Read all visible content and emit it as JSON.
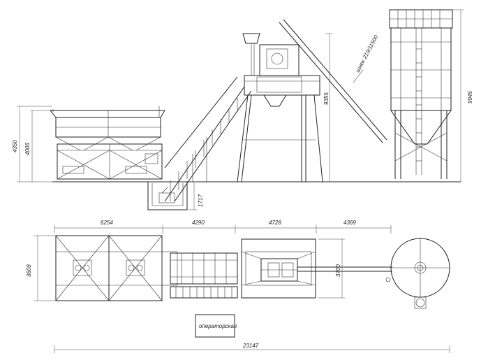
{
  "dimensions": {
    "total_height_hopper": "4350",
    "hopper_height": "4006",
    "pit_depth": "1717",
    "mixer_height": "9355",
    "silo_height": "9945",
    "screw_label": "шнек 219/11500",
    "len_aggregate_bin": "6254",
    "len_conveyor": "4290",
    "len_mixer": "4728",
    "len_silo": "4369",
    "width_bin": "3608",
    "width_mixer": "3700",
    "total_length": "23147"
  },
  "labels": {
    "operator_room": "операторская"
  }
}
